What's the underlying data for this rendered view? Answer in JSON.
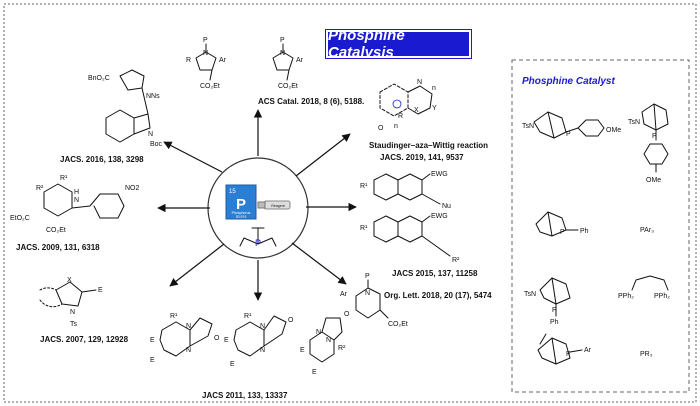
{
  "title": "Phosphine Catalysis",
  "catalyst_panel": {
    "title": "Phosphine Catalyst",
    "labels": {
      "ts_n_1": "TsN",
      "p_1": "P",
      "ome_1": "OMe",
      "ts_n_2": "TsN",
      "p_2": "P",
      "ome_2": "OMe",
      "p_ph": "P",
      "ph": "Ph",
      "par3": "PAr₃",
      "ts_n_3": "TsN",
      "p_3": "P",
      "ph_3": "Ph",
      "pph2_left": "PPh₂",
      "pph2_right": "PPh₂",
      "p_ar": "P",
      "ar": "Ar",
      "pr3": "PR₃"
    }
  },
  "center": {
    "element_number": "15",
    "element_symbol": "P",
    "element_name": "Phosphorus",
    "element_mass": "30.974",
    "bottle_label": "Reagent",
    "p_label": "P"
  },
  "references": {
    "top_right": "ACS Catal. 2018, 8 (6), 5188.",
    "right_upper_title": "Staudinger–aza–Wittig reaction",
    "right_upper": "JACS. 2019, 141, 9537",
    "right_middle": "JACS 2015, 137, 11258",
    "right_lower": "Org. Lett. 2018, 20 (17), 5474",
    "bottom": "JACS 2011, 133, 13337",
    "left_lower": "JACS. 2007, 129, 12928",
    "left_middle": "JACS. 2009, 131, 6318",
    "left_upper": "JACS. 2016, 138, 3298"
  },
  "structure_labels": {
    "top_p1": "P",
    "top_r1": "R",
    "top_ar1": "Ar",
    "top_n1": "N",
    "top_co2et1": "CO₂Et",
    "top_p2": "P",
    "top_ar2": "Ar",
    "top_n2": "N",
    "top_co2et2": "CO₂Et",
    "ind_bnoc": "BnO₂C",
    "ind_nns": "NNs",
    "ind_n": "N",
    "ind_boc": "Boc",
    "sw_n": "N",
    "sw_x": "X",
    "sw_y": "Y",
    "sw_nn": "n",
    "sw_r": "R",
    "sw_o": "O",
    "sw_n2": "n",
    "ewg1": "EWG",
    "nu": "Nu",
    "r1a": "R¹",
    "ewg2": "EWG",
    "r1b": "R¹",
    "r2b": "R²",
    "ol_ar": "Ar",
    "ol_n": "N",
    "ol_p": "P",
    "ol_co2et": "CO₂Et",
    "lm_r1": "R¹",
    "lm_r2": "R²",
    "lm_et": "EtO₂C",
    "lm_n": "N",
    "lm_h": "H",
    "lm_co2et": "CO₂Et",
    "lm_no2": "NO2",
    "ll_x": "X",
    "ll_n": "N",
    "ll_ts": "Ts",
    "ll_e": "E",
    "b1_e1": "E",
    "b1_e2": "E",
    "b1_r1": "R¹",
    "b1_n1": "N",
    "b1_n2": "N",
    "b1_o": "O",
    "b2_e1": "E",
    "b2_e2": "E",
    "b2_r1": "R¹",
    "b2_n1": "N",
    "b2_n2": "N",
    "b2_o": "O",
    "b3_e1": "E",
    "b3_e2": "E",
    "b3_r2": "R²",
    "b3_n1": "N",
    "b3_n2": "N",
    "b3_o": "O"
  },
  "colors": {
    "title_bg": "#1a1ad0",
    "title_text": "#ffffff",
    "catalyst_title": "#1a1ad0",
    "element_tile": "#2a7fd4",
    "frame": "#555555"
  }
}
